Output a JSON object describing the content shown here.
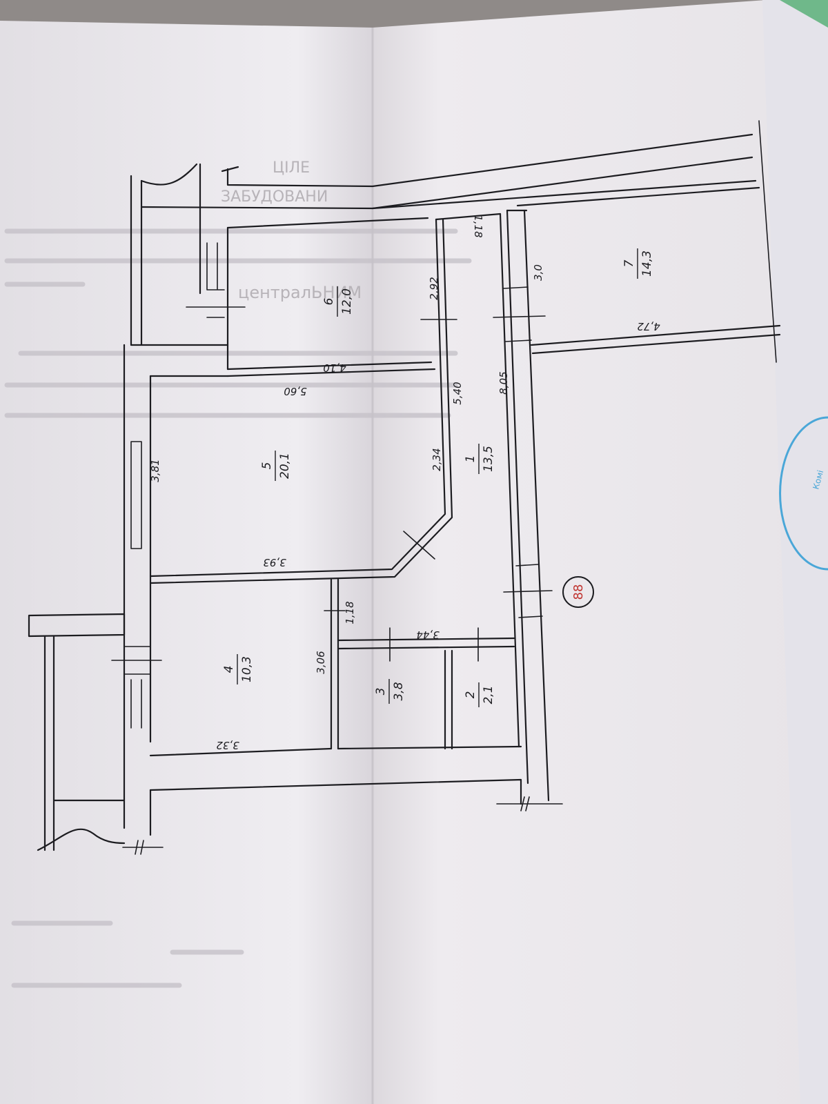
{
  "document": {
    "show_through_lines": [
      "ЦІЛЕ",
      "ЗАБУДОВАНИ",
      "централЬНИМ"
    ],
    "stamp_lettering": "Комі"
  },
  "plan": {
    "flat_number": "88",
    "rooms": [
      {
        "id": "room-1",
        "number": "1",
        "area": "13,5"
      },
      {
        "id": "room-2",
        "number": "2",
        "area": "2,1"
      },
      {
        "id": "room-3",
        "number": "3",
        "area": "3,8"
      },
      {
        "id": "room-4",
        "number": "4",
        "area": "10,3"
      },
      {
        "id": "room-5",
        "number": "5",
        "area": "20,1"
      },
      {
        "id": "room-6",
        "number": "6",
        "area": "12,0"
      },
      {
        "id": "room-7",
        "number": "7",
        "area": "14,3"
      }
    ],
    "dimensions": {
      "d_118_top": "1,18",
      "d_30": "3,0",
      "d_292": "2,92",
      "d_472": "4,72",
      "d_410": "4,10",
      "d_560": "5,60",
      "d_540": "5,40",
      "d_805": "8,05",
      "d_381": "3,81",
      "d_234": "2,34",
      "d_393": "3,93",
      "d_118_mid": "1,18",
      "d_344": "3,44",
      "d_306": "3,06",
      "d_332": "3,32"
    },
    "colors": {
      "paper": "#ebe8ed",
      "paper_shadow": "#dcd8de",
      "ink": "#1c1c20",
      "red_ink": "#c0332f",
      "stamp_blue": "#4aa7d8"
    }
  }
}
